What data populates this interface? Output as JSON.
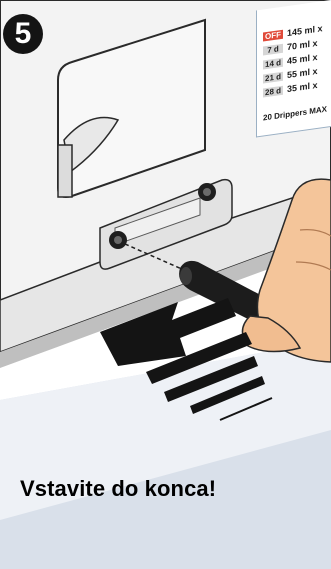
{
  "step_number": "5",
  "caption": "Vstavite do konca!",
  "dose_table": {
    "rows": [
      {
        "period": "OFF",
        "amount": "145 ml x"
      },
      {
        "period": "7 d",
        "amount": "70 ml x"
      },
      {
        "period": "14 d",
        "amount": "45 ml x"
      },
      {
        "period": "21 d",
        "amount": "55 ml x"
      },
      {
        "period": "28 d",
        "amount": "35 ml x"
      }
    ],
    "footer": "20 Drippers MAX"
  },
  "colors": {
    "wall": "#eeeeee",
    "floor": "#d9dfe8",
    "accent_off": "#e04a3a",
    "arrow": "#141414"
  }
}
